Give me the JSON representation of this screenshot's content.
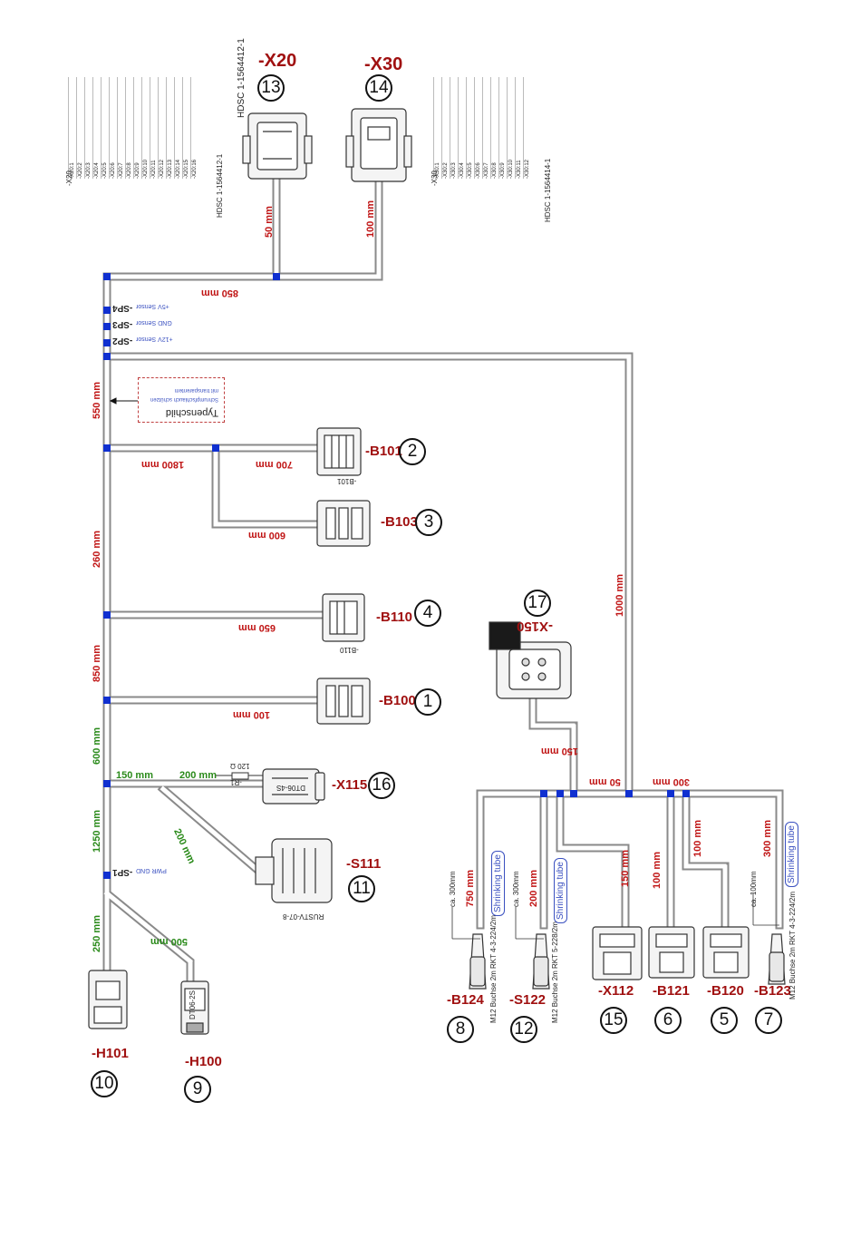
{
  "connectors": {
    "x20": {
      "label": "-X20",
      "num": "13",
      "part": "HDSC 1-1564412-1"
    },
    "x30": {
      "label": "-X30",
      "num": "14",
      "part": "HDSC 1-1564414-1"
    },
    "b101": {
      "label": "-B101",
      "num": "2",
      "part": "-B101"
    },
    "b103": {
      "label": "-B103",
      "num": "3"
    },
    "b110": {
      "label": "-B110",
      "num": "4",
      "part": "-B110"
    },
    "b100": {
      "label": "-B100",
      "num": "1"
    },
    "x115": {
      "label": "-X115",
      "num": "16",
      "part": "DT06-4S"
    },
    "s111": {
      "label": "-S111",
      "num": "11",
      "part": "RUSTV-07-8"
    },
    "x150": {
      "label": "-X150",
      "num": "17"
    },
    "h101": {
      "label": "-H101",
      "num": "10"
    },
    "h100": {
      "label": "-H100",
      "num": "9",
      "part": "DT06-2S"
    },
    "b124": {
      "label": "-B124",
      "num": "8",
      "part": "M12 Buchse 2m RKT 4-3-224/2m"
    },
    "s122": {
      "label": "-S122",
      "num": "12",
      "part": "M12 Buchse 2m RKT 5-228/2m"
    },
    "x112": {
      "label": "-X112",
      "num": "15"
    },
    "b121": {
      "label": "-B121",
      "num": "6"
    },
    "b120": {
      "label": "-B120",
      "num": "5"
    },
    "b123": {
      "label": "-B123",
      "num": "7",
      "part": "M12 Buchse 2m RKT 4-3-224/2m"
    }
  },
  "lengths": {
    "x20": "50 mm",
    "x30": "100 mm",
    "top": "850 mm",
    "s550": "550 mm",
    "b101_trunk": "1800 mm",
    "b101_branch": "700 mm",
    "b103": "600 mm",
    "s260": "260 mm",
    "b110": "650 mm",
    "s850": "850 mm",
    "b100": "100 mm",
    "s600": "600 mm",
    "x115_a": "150 mm",
    "x115_b": "200 mm",
    "s111": "200 mm",
    "s1250": "1250 mm",
    "h100": "500 mm",
    "s250": "250 mm",
    "right1000": "1000 mm",
    "x150": "150 mm",
    "bot50": "50 mm",
    "bot300": "300 mm",
    "b124": "750 mm",
    "s122": "200 mm",
    "x112": "150 mm",
    "b121": "100 mm",
    "b120": "100 mm",
    "b123": "300 mm",
    "b124_small": "ca. 300mm",
    "s122_small": "ca. 300mm",
    "b123_small": "ca. 100mm"
  },
  "splices": {
    "sp4": {
      "label": "-SP4",
      "desc": "+5V Sensor"
    },
    "sp3": {
      "label": "-SP3",
      "desc": "GND Sensor"
    },
    "sp2": {
      "label": "-SP2",
      "desc": "+12V Sensor"
    },
    "sp1": {
      "label": "-SP1",
      "desc": "PWR GND"
    }
  },
  "resistor": {
    "label": "-R1",
    "value": "120 Ω"
  },
  "typeplate": {
    "title": "Typenschild",
    "line1": "mit transparentem",
    "line2": "Schrumpfschlauch schützen"
  },
  "shrinking_tube": "Shrinking tube",
  "pin_tables": {
    "x20": {
      "title": "-X20",
      "rows": [
        "-X20:1",
        "-X20:2",
        "-X20:3",
        "-X20:4",
        "-X20:5",
        "-X20:6",
        "-X20:7",
        "-X20:8",
        "-X20:9",
        "-X20:10",
        "-X20:11",
        "-X20:12",
        "-X20:13",
        "-X20:14",
        "-X20:15",
        "-X20:16"
      ]
    },
    "x30": {
      "title": "-X30",
      "rows": [
        "-X30:1",
        "-X30:2",
        "-X30:3",
        "-X30:4",
        "-X30:5",
        "-X30:6",
        "-X30:7",
        "-X30:8",
        "-X30:9",
        "-X30:10",
        "-X30:11",
        "-X30:12"
      ]
    }
  }
}
